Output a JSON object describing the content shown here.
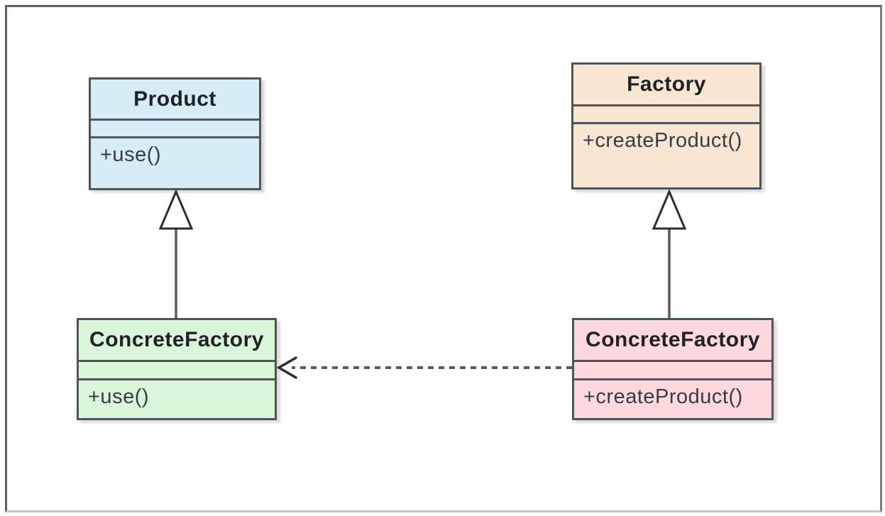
{
  "diagram": {
    "kind": "uml-class-diagram"
  },
  "classes": [
    {
      "name": "Product",
      "attributes": "",
      "method": "+use()",
      "fill": "#d6edf8"
    },
    {
      "name": "Factory",
      "attributes": "",
      "method": "+createProduct()",
      "fill": "#f9e6d2"
    },
    {
      "name": "ConcreteFactory",
      "attributes": "",
      "method": "+use()",
      "fill": "#daf6da"
    },
    {
      "name": "ConcreteFactory",
      "attributes": "",
      "method": "+createProduct()",
      "fill": "#fdd8dc"
    }
  ],
  "relationships": [
    {
      "type": "generalization",
      "from": "ConcreteFactory (green, left)",
      "to": "Product",
      "line": "solid",
      "arrowhead": "hollow-triangle"
    },
    {
      "type": "generalization",
      "from": "ConcreteFactory (pink, right)",
      "to": "Factory",
      "line": "solid",
      "arrowhead": "hollow-triangle"
    },
    {
      "type": "dependency",
      "from": "ConcreteFactory (pink, right)",
      "to": "ConcreteFactory (green, left)",
      "line": "dashed",
      "arrowhead": "open"
    }
  ],
  "colors": {
    "box_border": "#4d555b",
    "frame_border": "#5e6163",
    "frame_border_bottom": "#c6c7c8",
    "line": "#595b5d",
    "arrowhead_stroke": "#2b2e30",
    "triangle_fill": "#ffffff",
    "title_text": "#1e2225",
    "method_text": "#353d43",
    "background": "#ffffff"
  }
}
